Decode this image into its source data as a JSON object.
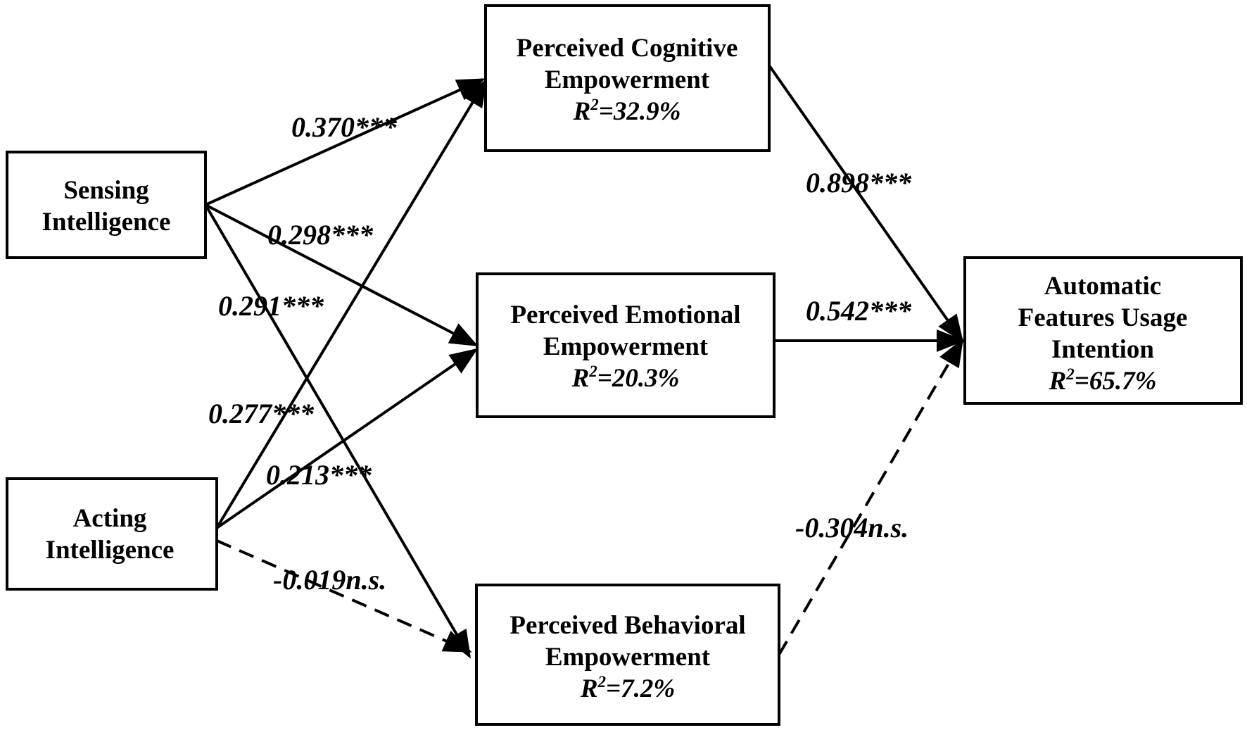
{
  "nodes": {
    "sensing": {
      "lines": [
        "Sensing",
        "Intelligence"
      ]
    },
    "acting": {
      "lines": [
        "Acting",
        "Intelligence"
      ]
    },
    "cognitive": {
      "lines": [
        "Perceived Cognitive",
        "Empowerment"
      ],
      "r2_value": "=32.9%"
    },
    "emotional": {
      "lines": [
        "Perceived Emotional",
        "Empowerment"
      ],
      "r2_value": "=20.3%"
    },
    "behavioral": {
      "lines": [
        "Perceived Behavioral",
        "Empowerment"
      ],
      "r2_value": "=7.2%"
    },
    "intention": {
      "lines": [
        "Automatic",
        "Features Usage",
        "Intention"
      ],
      "r2_value": "=65.7%"
    }
  },
  "r2_symbol": "R",
  "r2_superscript": "2",
  "paths": {
    "sensing_cognitive": {
      "label": "0.370***",
      "significant": true
    },
    "sensing_emotional": {
      "label": "0.298***",
      "significant": true
    },
    "sensing_behavioral": {
      "label": "0.291***",
      "significant": true
    },
    "acting_cognitive": {
      "label": "0.277***",
      "significant": true
    },
    "acting_emotional": {
      "label": "0.213***",
      "significant": true
    },
    "acting_behavioral": {
      "label": "-0.019n.s.",
      "significant": false
    },
    "cognitive_intention": {
      "label": "0.898***",
      "significant": true
    },
    "emotional_intention": {
      "label": "0.542***",
      "significant": true
    },
    "behavioral_intention": {
      "label": "-0.304n.s.",
      "significant": false
    }
  }
}
